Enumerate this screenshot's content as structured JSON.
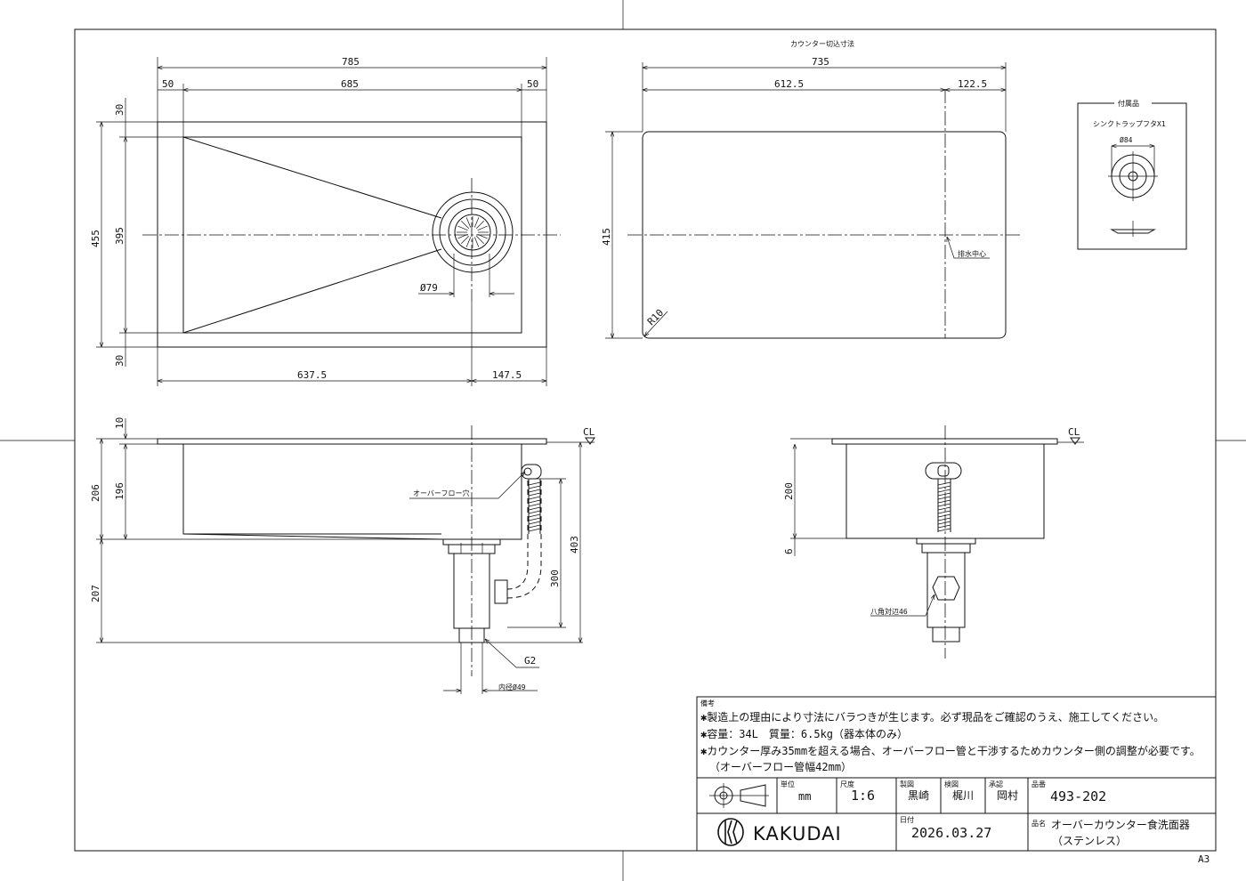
{
  "top_view": {
    "overall_width": "785",
    "inner_width": "685",
    "left_flange": "50",
    "right_flange": "50",
    "overall_depth": "455",
    "inner_depth": "395",
    "top_flange": "30",
    "bottom_flange": "30",
    "drain_diameter": "Ø79",
    "drain_left_offset": "637.5",
    "drain_right_offset": "147.5"
  },
  "cutout_view": {
    "title": "カウンター切込寸法",
    "width": "735",
    "drain_left": "612.5",
    "drain_right": "122.5",
    "depth": "415",
    "corner_radius": "R10",
    "drain_center_label": "排水中心"
  },
  "accessory": {
    "title": "付属品",
    "item": "シンクトラップフタX1",
    "diameter": "Ø84"
  },
  "front_view": {
    "flange_thickness": "10",
    "total_depth": "206",
    "bowl_depth": "196",
    "drain_height": "207",
    "overflow_height": "403",
    "pipe_length": "300",
    "overflow_label": "オーバーフロー穴",
    "thread": "G2",
    "inner_diameter": "内径Ø49",
    "cl_label": "CL"
  },
  "side_view": {
    "bowl_depth": "200",
    "bottom_offset": "6",
    "hex_label": "八角対辺46",
    "cl_label": "CL"
  },
  "notes": {
    "heading": "備考",
    "lines": [
      "✱製造上の理由により寸法にバラつきが生じます。必ず現品をご確認のうえ、施工してください。",
      "✱容量：34L　質量：6.5kg（器本体のみ）",
      "✱カウンター厚み35mmを超える場合、オーバーフロー管と干渉するためカウンター側の調整が必要です。",
      "（オーバーフロー管幅42mm）"
    ]
  },
  "title_block": {
    "unit_label": "単位",
    "unit": "mm",
    "scale_label": "尺度",
    "scale": "1:6",
    "drawn_label": "製図",
    "drawn": "黒崎",
    "checked_label": "検図",
    "checked": "梶川",
    "approved_label": "承認",
    "approved": "岡村",
    "part_no_label": "品番",
    "part_no": "493-202",
    "date_label": "日付",
    "date": "2026.03.27",
    "name_label": "品名",
    "name_line1": "オーバーカウンター食洗面器",
    "name_line2": "（ステンレス）",
    "brand": "KAKUDAI"
  },
  "sheet_size": "A3"
}
